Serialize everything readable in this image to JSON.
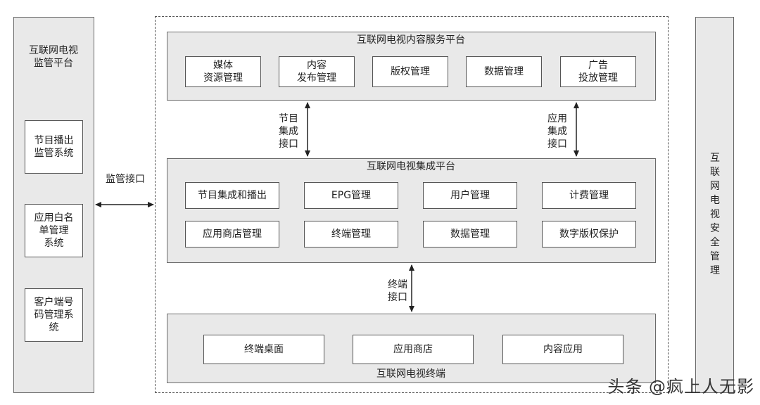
{
  "left_panel": {
    "title": "互联网电视\n监管平台",
    "items": [
      "节目播出\n监管系统",
      "应用白名\n单管理\n系统",
      "客户端号\n码管理系\n统"
    ]
  },
  "right_panel": {
    "title": "互联网电视安全管理"
  },
  "supervision_interface": "监管接口",
  "content_platform": {
    "title": "互联网电视内容服务平台",
    "items": [
      "媒体\n资源管理",
      "内容\n发布管理",
      "版权管理",
      "数据管理",
      "广告\n投放管理"
    ]
  },
  "program_integration_interface": "节目\n集成\n接口",
  "app_integration_interface": "应用\n集成\n接口",
  "integration_platform": {
    "title": "互联网电视集成平台",
    "items": [
      "节目集成和播出",
      "EPG管理",
      "用户管理",
      "计费管理",
      "应用商店管理",
      "终端管理",
      "数据管理",
      "数字版权保护"
    ]
  },
  "terminal_interface": "终端\n接口",
  "terminal": {
    "title": "互联网电视终端",
    "items": [
      "终端桌面",
      "应用商店",
      "内容应用"
    ]
  },
  "watermark": "头条 @疯上人无影"
}
